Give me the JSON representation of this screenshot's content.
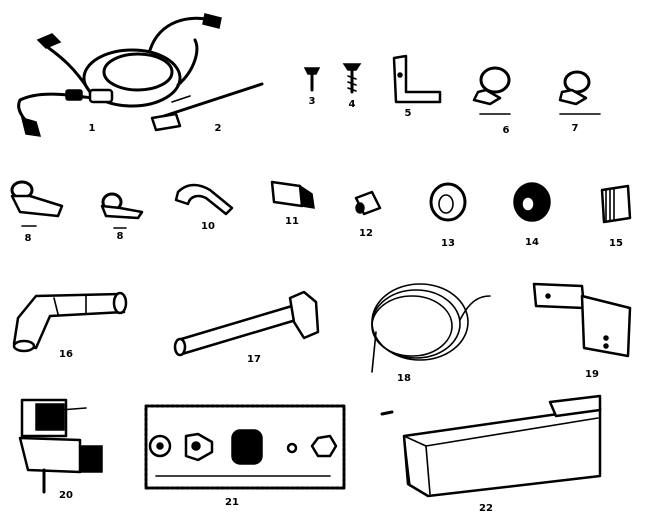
{
  "parts": [
    {
      "id": "1",
      "label": "1"
    },
    {
      "id": "2",
      "label": "2"
    },
    {
      "id": "3",
      "label": "3"
    },
    {
      "id": "4",
      "label": "4"
    },
    {
      "id": "5",
      "label": "5"
    },
    {
      "id": "6",
      "label": "6"
    },
    {
      "id": "7",
      "label": "7"
    },
    {
      "id": "8a",
      "label": "8"
    },
    {
      "id": "8b",
      "label": "8"
    },
    {
      "id": "10",
      "label": "10"
    },
    {
      "id": "11",
      "label": "11"
    },
    {
      "id": "12",
      "label": "12"
    },
    {
      "id": "13",
      "label": "13"
    },
    {
      "id": "14",
      "label": "14"
    },
    {
      "id": "15",
      "label": "15"
    },
    {
      "id": "16",
      "label": "16"
    },
    {
      "id": "17",
      "label": "17"
    },
    {
      "id": "18",
      "label": "18"
    },
    {
      "id": "19",
      "label": "19"
    },
    {
      "id": "20",
      "label": "20"
    },
    {
      "id": "21",
      "label": "21"
    },
    {
      "id": "22",
      "label": "22"
    }
  ]
}
